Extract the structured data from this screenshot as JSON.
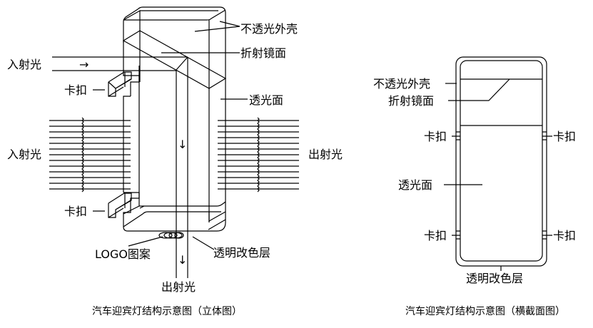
{
  "left_diagram": {
    "caption": "汽车迎宾灯结构示意图（立体图）",
    "labels": {
      "opaque_shell": "不透光外壳",
      "refraction_mirror": "折射镜面",
      "incident_light_top": "入射光",
      "clip_top": "卡扣",
      "transmissive_surface": "透光面",
      "incident_light_side": "入射光",
      "outgoing_light_side": "出射光",
      "clip_bottom": "卡扣",
      "logo_pattern": "LOGO图案",
      "color_layer": "透明改色层",
      "outgoing_light_bottom": "出射光"
    },
    "arrows": {
      "right": "→",
      "down": "↓"
    }
  },
  "right_diagram": {
    "caption": "汽车迎宾灯结构示意图（横截面图）",
    "labels": {
      "opaque_shell": "不透光外壳",
      "refraction_mirror": "折射镜面",
      "clip_left_top": "卡扣",
      "clip_right_top": "卡扣",
      "transmissive_surface": "透光面",
      "clip_left_bottom": "卡扣",
      "clip_right_bottom": "卡扣",
      "color_layer": "透明改色层"
    }
  }
}
